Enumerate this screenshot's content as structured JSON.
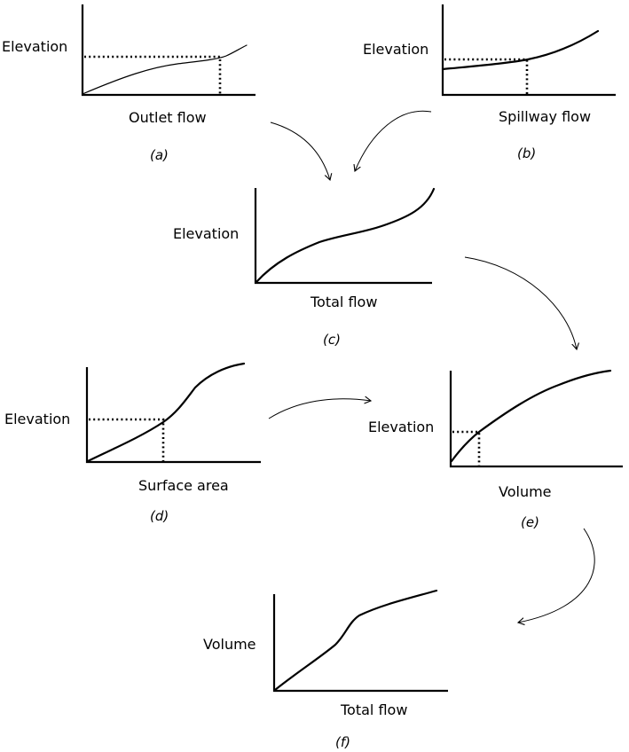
{
  "panels": {
    "a": {
      "y_label": "Elevation",
      "x_label": "Outlet flow",
      "caption": "(a)"
    },
    "b": {
      "y_label": "Elevation",
      "x_label": "Spillway flow",
      "caption": "(b)"
    },
    "c": {
      "y_label": "Elevation",
      "x_label": "Total flow",
      "caption": "(c)"
    },
    "d": {
      "y_label": "Elevation",
      "x_label": "Surface area",
      "caption": "(d)"
    },
    "e": {
      "y_label": "Elevation",
      "x_label": "Volume",
      "caption": "(e)"
    },
    "f": {
      "y_label": "Volume",
      "x_label": "Total flow",
      "caption": "(f)"
    }
  }
}
